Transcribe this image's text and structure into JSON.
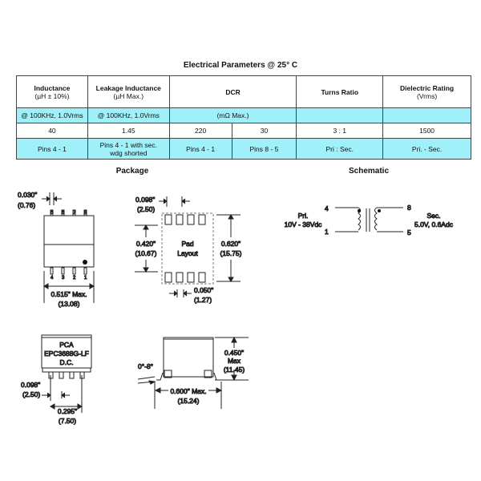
{
  "title": "Electrical Parameters @ 25° C",
  "table": {
    "headers": [
      {
        "label": "Inductance",
        "sub": "(µH ± 10%)"
      },
      {
        "label": "Leakage Inductance",
        "sub": "(µH Max.)"
      },
      {
        "label": "DCR",
        "sub": ""
      },
      {
        "label": "Turns Ratio",
        "sub": ""
      },
      {
        "label": "Dielectric Rating",
        "sub": "(Vrms)"
      }
    ],
    "conditions": [
      "@ 100KHz, 1.0Vrms",
      "@ 100KHz, 1.0Vrms",
      "(mΩ Max.)",
      "",
      ""
    ],
    "values": [
      "40",
      "1.45",
      "220",
      "30",
      "3 : 1",
      "1500"
    ],
    "pins": [
      "Pins 4 - 1",
      "Pins 4 - 1 with sec.",
      "wdg shorted",
      "Pins 4 - 1",
      "Pins 8 - 5",
      "Pri : Sec.",
      "Pri. - Sec."
    ]
  },
  "package": {
    "title": "Package",
    "pin_width": "0.030\"",
    "pin_width_mm": "(0.76)",
    "top_pins": [
      "5",
      "6",
      "7",
      "8"
    ],
    "bottom_pins": [
      "4",
      "3",
      "2",
      "1"
    ],
    "body_width": "0.515\" Max.",
    "body_width_mm": "(13.08)",
    "pad_pitch": "0.098\"",
    "pad_pitch_mm": "(2.50)",
    "pad_inner": "0.420\"",
    "pad_inner_mm": "(10.67)",
    "pad_outer": "0.620\"",
    "pad_outer_mm": "(15.75)",
    "pad_label_1": "Pad",
    "pad_label_2": "Layout",
    "pad_width": "0.050\"",
    "pad_width_mm": "(1.27)",
    "marking": [
      "PCA",
      "EPC3688G-LF",
      "D.C."
    ],
    "side_pitch": "0.098\"",
    "side_pitch_mm": "(2.50)",
    "side_span": "0.295\"",
    "side_span_mm": "(7.50)",
    "angle": "0°-8°",
    "height": "0.450\"",
    "height_max": "Max",
    "height_mm": "(11.45)",
    "length": "0.600\" Max.",
    "length_mm": "(15.24)"
  },
  "schematic": {
    "title": "Schematic",
    "pin4": "4",
    "pin1": "1",
    "pin8": "8",
    "pin5": "5",
    "pri": "Pri.",
    "pri_v": "10V - 38Vdc",
    "sec": "Sec.",
    "sec_v": "5.0V, 0.6Adc"
  }
}
